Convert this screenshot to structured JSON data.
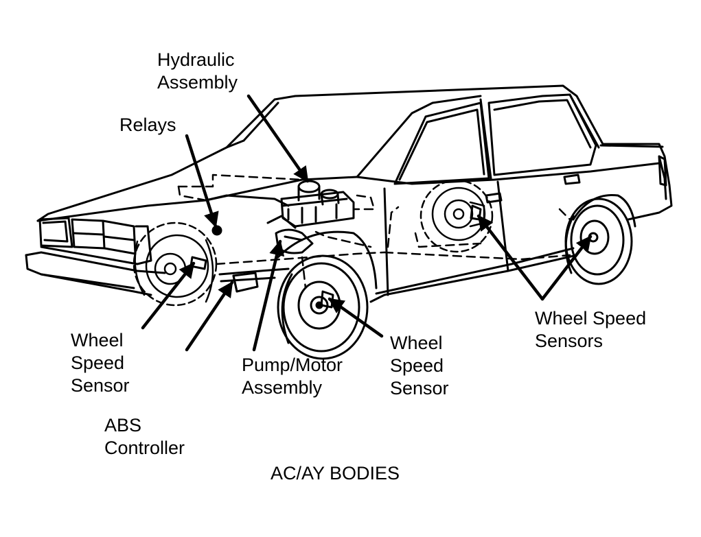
{
  "diagram": {
    "caption": "AC/AY BODIES",
    "labels": {
      "hydraulic_assembly": [
        "Hydraulic",
        "Assembly"
      ],
      "relays": [
        "Relays"
      ],
      "wheel_speed_sensor_front_left": [
        "Wheel",
        "Speed",
        "Sensor"
      ],
      "abs_controller": [
        "ABS",
        "Controller"
      ],
      "pump_motor_assembly": [
        "Pump/Motor",
        "Assembly"
      ],
      "wheel_speed_sensor_front_right": [
        "Wheel",
        "Speed",
        "Sensor"
      ],
      "wheel_speed_sensors_rear": [
        "Wheel Speed",
        "Sensors"
      ]
    },
    "colors": {
      "ink": "#000000",
      "paper": "#ffffff"
    }
  }
}
